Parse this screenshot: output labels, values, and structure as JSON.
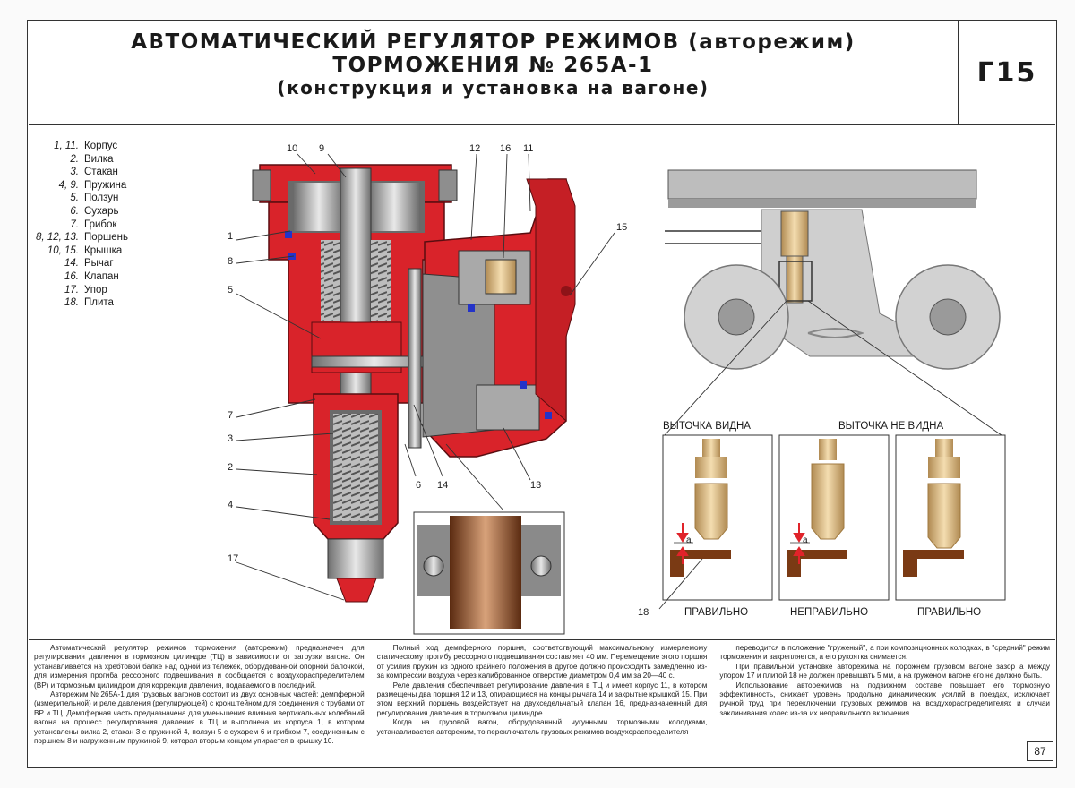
{
  "title": {
    "line1": "АВТОМАТИЧЕСКИЙ РЕГУЛЯТОР РЕЖИМОВ (авторежим)",
    "line2": "ТОРМОЖЕНИЯ № 265А-1",
    "line3": "(конструкция и установка на вагоне)"
  },
  "code": "Г15",
  "legend": [
    {
      "num": "1, 11.",
      "name": "Корпус"
    },
    {
      "num": "2.",
      "name": "Вилка"
    },
    {
      "num": "3.",
      "name": "Стакан"
    },
    {
      "num": "4, 9.",
      "name": "Пружина"
    },
    {
      "num": "5.",
      "name": "Ползун"
    },
    {
      "num": "6.",
      "name": "Сухарь"
    },
    {
      "num": "7.",
      "name": "Грибок"
    },
    {
      "num": "8, 12, 13.",
      "name": "Поршень"
    },
    {
      "num": "10, 15.",
      "name": "Крышка"
    },
    {
      "num": "14.",
      "name": "Рычаг"
    },
    {
      "num": "16.",
      "name": "Клапан"
    },
    {
      "num": "17.",
      "name": "Упор"
    },
    {
      "num": "18.",
      "name": "Плита"
    }
  ],
  "callouts": {
    "c10": "10",
    "c9": "9",
    "c12": "12",
    "c16": "16",
    "c11": "11",
    "c1": "1",
    "c8": "8",
    "c5": "5",
    "c15": "15",
    "c7": "7",
    "c3": "3",
    "c2": "2",
    "c6": "6",
    "c14": "14",
    "c13": "13",
    "c4": "4",
    "c17": "17",
    "c18": "18"
  },
  "captions": {
    "groove_visible": "ВЫТОЧКА ВИДНА",
    "groove_not_visible": "ВЫТОЧКА НЕ ВИДНА",
    "correct1": "ПРАВИЛЬНО",
    "incorrect": "НЕПРАВИЛЬНО",
    "correct2": "ПРАВИЛЬНО",
    "gap_a1": "а",
    "gap_a2": "а"
  },
  "text": {
    "col1": [
      "Автоматический регулятор режимов торможения (авторежим) предназначен для регулирования давления в тормозном цилиндре (ТЦ) в зависимости от загрузки вагона. Он устанавливается на хребтовой балке над одной из тележек, оборудованной опорной балочкой, для измерения прогиба рессорного подвешивания и сообщается с воздухораспределителем (ВР) и тормозным цилиндром для коррекции давления, подаваемого в последний.",
      "Авторежим № 265А-1 для грузовых вагонов состоит из двух основных частей: демпферной (измерительной) и реле давления (регулирующей) с кронштейном для соединения с трубами от ВР и ТЦ. Демпферная часть предназначена для уменьшения влияния вертикальных колебаний вагона на процесс регулирования давления в ТЦ и выполнена из корпуса 1, в котором установлены вилка 2, стакан 3 с пружиной 4, ползун 5 с сухарем 6 и грибком 7, соединенным с поршнем 8 и нагруженным пружиной 9, которая вторым концом упирается в крышку 10."
    ],
    "col2": [
      "Полный ход демпферного поршня, соответствующий максимальному измеряемому статическому прогибу рессорного подвешивания составляет 40 мм. Перемещение этого поршня от усилия пружин из одного крайнего положения в другое должно происходить замедленно из-за компрессии воздуха через калиброванное отверстие диаметром 0,4 мм за 20—40 с.",
      "Реле давления обеспечивает регулирование давления в ТЦ и имеет корпус 11, в котором размещены два поршня 12 и 13, опирающиеся на концы рычага 14 и закрытые крышкой 15. При этом верхний поршень воздействует на двухседельчатый клапан 16, предназначенный для регулирования давления в тормозном цилиндре.",
      "Когда на грузовой вагон, оборудованный чугунными тормозными колодками, устанавливается авторежим, то переключатель грузовых режимов воздухораспределителя"
    ],
    "col3": [
      "переводится в положение \"груженый\", а при композиционных колодках, в \"средний\" режим торможения и закрепляется, а его рукоятка снимается.",
      "При правильной установке авторежима на порожнем грузовом вагоне зазор а между упором 17 и плитой 18 не должен превышать 5 мм, а на груженом вагоне его не должно быть.",
      "Использование авторежимов на подвижном составе повышает его тормозную эффективность, снижает уровень продольно динамических усилий в поездах, исключает ручной труд при переключении грузовых режимов на воздухораспределителях и случаи заклинивания колес из-за их неправильного включения."
    ]
  },
  "page_number": "87",
  "colors": {
    "body_red": "#d9232a",
    "dark_red": "#8e1318",
    "steel": "#9a9a9a",
    "spring": "#c8c8c8",
    "brass": "#e6c68e",
    "plate_brown": "#7a3a14",
    "arrow_red": "#e0232a"
  }
}
